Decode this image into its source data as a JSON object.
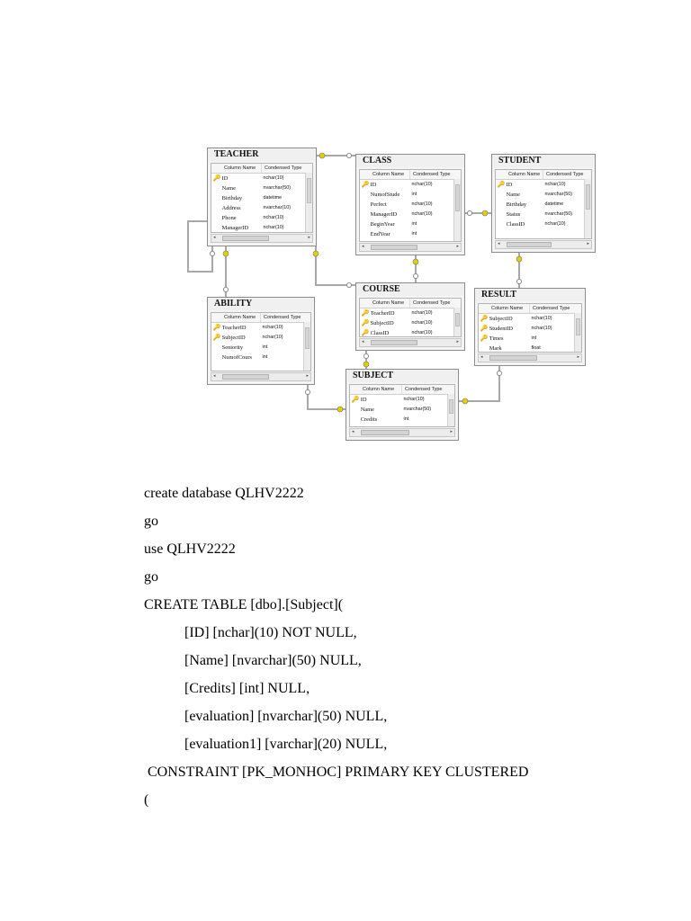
{
  "diagram": {
    "column_header": "Column Name",
    "type_header": "Condensed Type",
    "key_glyph": "🔑",
    "scroll_left": "◂",
    "scroll_right": "▸",
    "scroll_thumb_text": "III",
    "tables": {
      "teacher": {
        "title": "TEACHER",
        "rows": [
          {
            "key": true,
            "name": "ID",
            "type": "nchar(10)"
          },
          {
            "key": false,
            "name": "Name",
            "type": "nvarchar(50)"
          },
          {
            "key": false,
            "name": "Birthday",
            "type": "datetime"
          },
          {
            "key": false,
            "name": "Address",
            "type": "nvarchar(10)"
          },
          {
            "key": false,
            "name": "Phone",
            "type": "nchar(10)"
          },
          {
            "key": false,
            "name": "ManagerID",
            "type": "nchar(10)"
          }
        ]
      },
      "class": {
        "title": "CLASS",
        "rows": [
          {
            "key": true,
            "name": "ID",
            "type": "nchar(10)"
          },
          {
            "key": false,
            "name": "NumofStude",
            "type": "int"
          },
          {
            "key": false,
            "name": "Perfect",
            "type": "nchar(10)"
          },
          {
            "key": false,
            "name": "ManagerID",
            "type": "nchar(10)"
          },
          {
            "key": false,
            "name": "BeginYear",
            "type": "int"
          },
          {
            "key": false,
            "name": "EndYear",
            "type": "int"
          }
        ]
      },
      "student": {
        "title": "STUDENT",
        "rows": [
          {
            "key": true,
            "name": "ID",
            "type": "nchar(10)"
          },
          {
            "key": false,
            "name": "Name",
            "type": "nvarchar(50)"
          },
          {
            "key": false,
            "name": "Birthday",
            "type": "datetime"
          },
          {
            "key": false,
            "name": "Status",
            "type": "nvarchar(50)"
          },
          {
            "key": false,
            "name": "ClassID",
            "type": "nchar(10)"
          }
        ]
      },
      "course": {
        "title": "COURSE",
        "rows": [
          {
            "key": true,
            "name": "TeacherID",
            "type": "nchar(10)"
          },
          {
            "key": true,
            "name": "SubjectID",
            "type": "nchar(10)"
          },
          {
            "key": true,
            "name": "ClassID",
            "type": "nchar(10)"
          }
        ]
      },
      "result": {
        "title": "RESULT",
        "rows": [
          {
            "key": true,
            "name": "SubjectID",
            "type": "nchar(10)"
          },
          {
            "key": true,
            "name": "StudentID",
            "type": "nchar(10)"
          },
          {
            "key": true,
            "name": "Times",
            "type": "int"
          },
          {
            "key": false,
            "name": "Mark",
            "type": "float"
          }
        ]
      },
      "ability": {
        "title": "ABILITY",
        "rows": [
          {
            "key": true,
            "name": "TeacherID",
            "type": "nchar(10)"
          },
          {
            "key": true,
            "name": "SubjectID",
            "type": "nchar(10)"
          },
          {
            "key": false,
            "name": "Seniority",
            "type": "int"
          },
          {
            "key": false,
            "name": "NumofCours",
            "type": "int"
          }
        ]
      },
      "subject": {
        "title": "SUBJECT",
        "rows": [
          {
            "key": true,
            "name": "ID",
            "type": "nchar(10)"
          },
          {
            "key": false,
            "name": "Name",
            "type": "nvarchar(50)"
          },
          {
            "key": false,
            "name": "Credits",
            "type": "int"
          }
        ]
      }
    }
  },
  "code_lines": [
    "create database QLHV2222",
    "go",
    "use QLHV2222",
    "go",
    "CREATE TABLE [dbo].[Subject](",
    "[ID] [nchar](10) NOT NULL,",
    "[Name] [nvarchar](50) NULL,",
    "[Credits] [int] NULL,",
    "[evaluation] [nvarchar](50) NULL,",
    "[evaluation1] [varchar](20) NULL,",
    " CONSTRAINT [PK_MONHOC] PRIMARY KEY CLUSTERED",
    "("
  ],
  "colors": {
    "relation_line": "#a8a8a8",
    "key_end": "#e0d000",
    "table_border": "#8c8c8c"
  }
}
